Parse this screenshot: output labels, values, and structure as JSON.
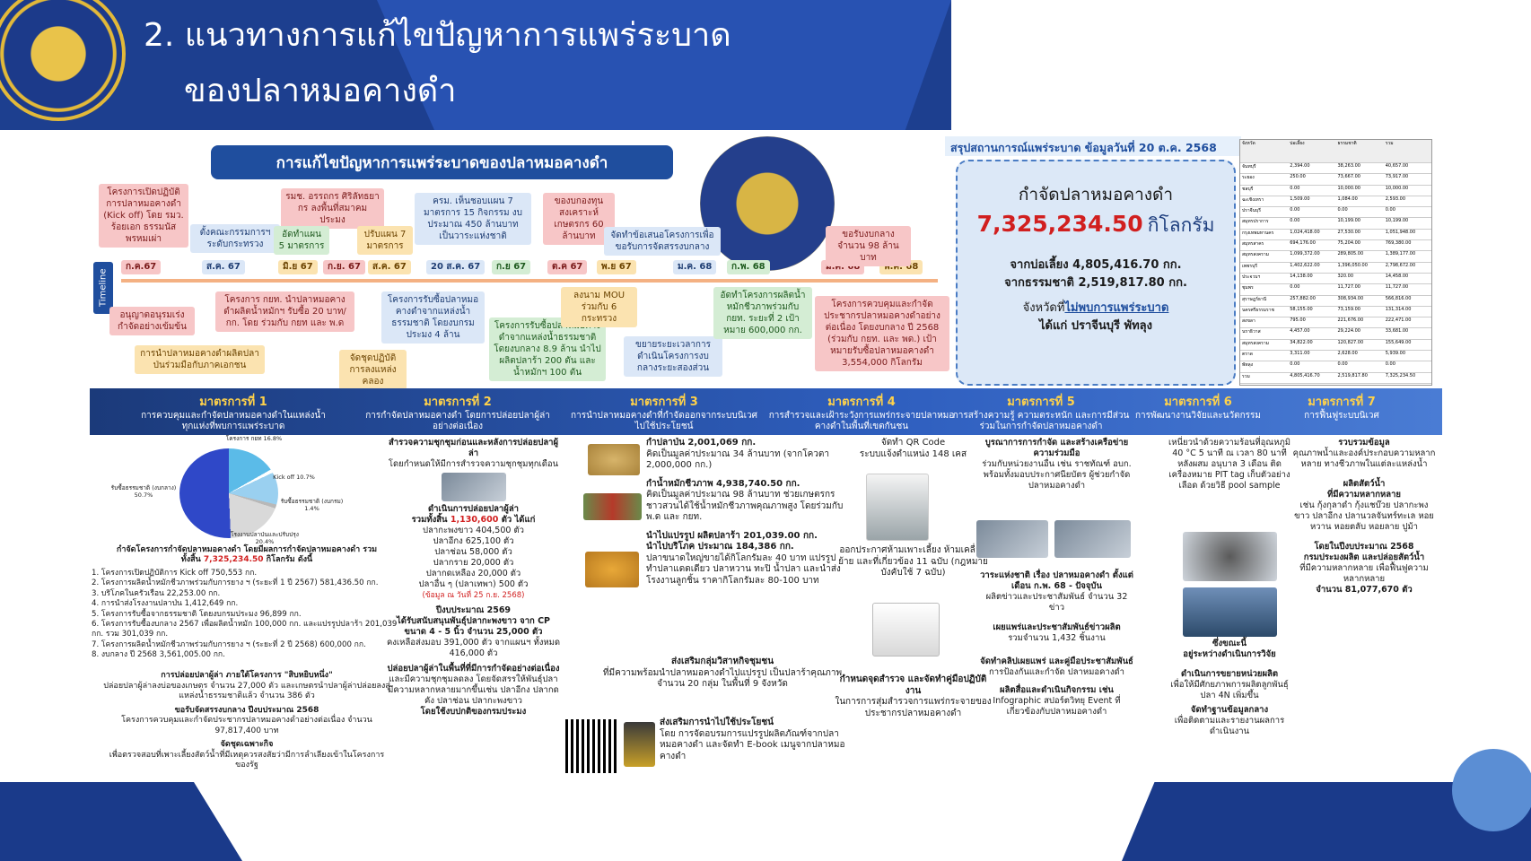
{
  "header": {
    "title_line1": "2. แนวทางการแก้ไขปัญหาการแพร่ระบาด",
    "title_line2": "ของปลาหมอคางดำ"
  },
  "poster": {
    "banner": "การแก้ไขปัญหาการแพร่ระบาดของปลาหมอคางดำ",
    "timeline_label": "Timeline",
    "timeline_dates": [
      "ก.ค.67",
      "ส.ค. 67",
      "มิ.ย 67",
      "ก.ย. 67",
      "ส.ค. 67",
      "20 ส.ค. 67",
      "ก.ย 67",
      "ต.ค 67",
      "พ.ย 67",
      "ม.ค. 68",
      "ก.พ. 68",
      "มี.ค. 68",
      "พ.ค. 68"
    ],
    "timeline_boxes": [
      "โครงการเปิดปฏิบัติการปลาหมอคางดำ (Kick off) โดย รมว. ร้อยเอก ธรรมนัส พรหมเผ่า",
      "ตั้งคณะกรรมการฯ ระดับกระทรวง",
      "รมช. อรรถกร ศิริลัทธยากร ลงพื้นที่สมาคมประมง",
      "อัดทำแผน 5 มาตรการ",
      "ปรับแผน 7 มาตรการ",
      "ครม. เห็นชอบแผน 7 มาตรการ 15 กิจกรรม งบประมาณ 450 ล้านบาท เป็นวาระแห่งชาติ",
      "ของบกองทุนสงเคราะห์เกษตรกร 60 ล้านบาท",
      "จัดทำข้อเสนอโครงการเพื่อขอรับการจัดสรรงบกลาง",
      "ขอรับงบกลาง จำนวน 98 ล้านบาท",
      "อนุญาตอนุรมเร่งกำจัดอย่างเข้มข้น",
      "การนำปลาหมอคางดำผลิตปลาป่นร่วมมือกับภาคเอกชน",
      "โครงการ กยท. นำปลาหมอคางดำผลิตน้ำหมักฯ รับซื้อ 20 บาท/กก. โดย ร่วมกับ กยท และ พ.ด",
      "จัดชุดปฏิบัติการลงแหล่งคลอง",
      "โครงการรับซื้อปลาหมอคางดำจากแหล่งน้ำธรรมชาติ โดยงบกรมประมง 4 ล้าน",
      "โครงการรับซื้อปลาหมอคางดำจากแหล่งน้ำธรรมชาติ โดยงบกลาง 8.9 ล้าน นำไปผลิตปลาร้า 200 ตัน และ น้ำหมักฯ 100 ตัน",
      "ลงนาม MOU ร่วมกับ 6 กระทรวง",
      "ขยายระยะเวลาการดำเนินโครงการงบกลางระยะสองส่วน",
      "อัดทำโครงการผลิตน้ำหมักชีวภาพร่วมกับกยท. ระยะที่ 2 เป้าหมาย 600,000 กก.",
      "โครงการควบคุมและกำจัดประชากรปลาหมอคางดำอย่างต่อเนื่อง โดยงบกลาง ปี 2568 (ร่วมกับ กยท. และ พด.) เป้าหมายรับซื้อปลาหมอคางดำ 3,554,000 กิโลกรัม"
    ]
  },
  "situation": {
    "title": "สรุปสถานการณ์แพร่ระบาด ข้อมูลวันที่ 20 ต.ค. 2568",
    "heading": "กำจัดปลาหมอคางดำ",
    "total_value": "7,325,234.50",
    "total_unit": "กิโลกรัม",
    "from_farm": "จากบ่อเลี้ยง 4,805,416.70 กก.",
    "from_nature": "จากธรรมชาติ 2,519,817.80 กก.",
    "no_spread_prefix": "จังหวัดที่",
    "no_spread_word": "ไม่พบการแพร่ระบาด",
    "no_spread_provinces": "ได้แก่ ปราจีนบุรี พัทลุง"
  },
  "table": {
    "header": [
      "จังหวัด",
      "บ่อเลี้ยง",
      "ธรรมชาติ",
      "รวม"
    ],
    "rows": [
      [
        "จันทบุรี",
        "2,394.00",
        "38,263.00",
        "40,657.00"
      ],
      [
        "ระยอง",
        "250.00",
        "73,667.00",
        "73,917.00"
      ],
      [
        "ชลบุรี",
        "0.00",
        "10,000.00",
        "10,000.00"
      ],
      [
        "ฉะเชิงเทรา",
        "1,509.00",
        "1,084.00",
        "2,593.00"
      ],
      [
        "ปราจีนบุรี",
        "0.00",
        "0.00",
        "0.00"
      ],
      [
        "สมุทรปราการ",
        "0.00",
        "10,199.00",
        "10,199.00"
      ],
      [
        "กรุงเทพมหานคร",
        "1,024,418.00",
        "27,530.00",
        "1,051,948.00"
      ],
      [
        "สมุทรสาคร",
        "694,176.00",
        "75,204.00",
        "769,380.00"
      ],
      [
        "สมุทรสงคราม",
        "1,099,372.00",
        "289,805.00",
        "1,389,177.00"
      ],
      [
        "เพชรบุรี",
        "1,402,622.00",
        "1,396,050.00",
        "2,798,672.00"
      ],
      [
        "ประจวบฯ",
        "14,138.00",
        "320.00",
        "14,458.00"
      ],
      [
        "ชุมพร",
        "0.00",
        "11,727.00",
        "11,727.00"
      ],
      [
        "สุราษฎร์ธานี",
        "257,882.00",
        "308,934.00",
        "566,816.00"
      ],
      [
        "นครศรีธรรมราช",
        "58,155.00",
        "73,159.00",
        "131,314.00"
      ],
      [
        "สงขลา",
        "795.00",
        "221,676.00",
        "222,471.00"
      ],
      [
        "นราธิวาส",
        "4,457.00",
        "29,224.00",
        "33,681.00"
      ],
      [
        "สมุทรสงคราม",
        "34,822.00",
        "120,827.00",
        "155,649.00"
      ],
      [
        "ตราด",
        "3,311.00",
        "2,628.00",
        "5,939.00"
      ],
      [
        "พัทลุง",
        "0.00",
        "0.00",
        "0.00"
      ],
      [
        "รวม",
        "4,805,416.70",
        "2,519,817.80",
        "7,325,234.50"
      ]
    ]
  },
  "measures": [
    {
      "title": "มาตรการที่ 1",
      "sub": "การควบคุมและกำจัดปลาหมอคางดำในแหล่งน้ำทุกแห่งที่พบการแพร่ระบาด"
    },
    {
      "title": "มาตรการที่ 2",
      "sub": "การกำจัดปลาหมอคางดำ โดยการปล่อยปลาผู้ล่าอย่างต่อเนื่อง"
    },
    {
      "title": "มาตรการที่ 3",
      "sub": "การนำปลาหมอคางดำที่กำจัดออกจากระบบนิเวศไปใช้ประโยชน์"
    },
    {
      "title": "มาตรการที่ 4",
      "sub": "การสำรวจและเฝ้าระวังการแพร่กระจายปลาหมอคางดำในพื้นที่เขตกันชน"
    },
    {
      "title": "มาตรการที่ 5",
      "sub": "การสร้างความรู้ ความตระหนัก และการมีส่วนร่วมในการกำจัดปลาหมอคางดำ"
    },
    {
      "title": "มาตรการที่ 6",
      "sub": "การพัฒนางานวิจัยและนวัตกรรม"
    },
    {
      "title": "มาตรการที่ 7",
      "sub": "การฟื้นฟูระบบนิเวศ"
    }
  ],
  "col1": {
    "pie_labels": [
      "Kick off 10.7%",
      "รับซื้อธรรมชาติ (งบกลาง) 50.7%",
      "รับซื้อธรรมชาติ (งบกรม) 1.4%",
      "โรงงานปลาป่นและปรับปรุง 20.4%",
      "โครงการ กยท 16.8%"
    ],
    "lead": "กำจัดโครงการกำจัดปลาหมอคางดำ โดยมีผลการกำจัดปลาหมอคางดำ รวมทั้งสิ้น",
    "total": "7,325,234.50",
    "total_unit": "กิโลกรัม ดังนี้",
    "items": [
      "1. โครงการเปิดปฏิบัติการ Kick off 750,553 กก.",
      "2. โครงการผลิตน้ำหมักชีวภาพร่วมกับการยาง ฯ (ระยะที่ 1 ปี 2567) 581,436.50 กก.",
      "3. บริโภคในครัวเรือน 22,253.00 กก.",
      "4. การนำส่งโรงงานปลาป่น 1,412,649 กก.",
      "5. โครงการรับซื้อจากธรรมชาติ โดยงบกรมประมง 96,899 กก.",
      "6. โครงการรับซื้องบกลาง 2567 เพื่อผลิตน้ำหมัก 100,000 กก. และแปรรูปปลาร้า 201,039 กก. รวม 301,039 กก.",
      "7. โครงการผลิตน้ำหมักชีวภาพร่วมกับการยาง ฯ (ระยะที่ 2 ปี 2568) 600,000 กก.",
      "8. งบกลาง ปี 2568 3,561,005.00 กก."
    ],
    "release_title": "การปล่อยปลาผู้ล่า ภายใต้โครงการ \"สิบหยิบหนึ่ง\"",
    "release_text": "ปล่อยปลาผู้ล่าลงบ่อของเกษตร จำนวน 27,000 ตัว และเกษตรนำปลาผู้ล่าปล่อยลงสู่แหล่งน้ำธรรมชาติแล้ว จำนวน 386 ตัว",
    "budget_title": "ขอรับจัดสรรงบกลาง ปีงบประมาณ 2568",
    "budget_text": "โครงการควบคุมและกำจัดประชากรปลาหมอคางดำอย่างต่อเนื่อง จำนวน 97,817,400 บาท",
    "special_title": "จัดชุดเฉพาะกิจ",
    "special_text": "เพื่อตรวจสอบที่เพาะเลี้ยงสัตว์น้ำที่มีเหตุควรสงสัยว่ามีการลำเลียงเข้าในโครงการของรัฐ"
  },
  "col2": {
    "survey_title": "สำรวจความชุกชุมก่อนและหลังการปล่อยปลาผู้ล่า",
    "survey_text": "โดยกำหนดให้มีการสำรวจความชุกชุมทุกเดือน",
    "release_lead": "ดำเนินการปล่อยปลาผู้ล่า",
    "release_total_prefix": "รวมทั้งสิ้น",
    "release_total": "1,130,600",
    "release_total_suffix": "ตัว ได้แก่",
    "release_items": [
      "ปลากะพงขาว 404,500 ตัว",
      "ปลาอีกง 625,100 ตัว",
      "ปลาช่อน 58,000 ตัว",
      "ปลากราย 20,000 ตัว",
      "ปลากดเหลือง 20,000 ตัว",
      "ปลาอื่น ๆ (ปลาเทพา) 500 ตัว"
    ],
    "release_note": "(ข้อมูล ณ วันที่ 25 ก.ย. 2568)",
    "year_title": "ปีงบประมาณ 2569",
    "year_text": "ได้รับสนับสนุนพันธุ์ปลากะพงขาว จาก CP ขนาด 4 - 5 นิ้ว จำนวน 25,000 ตัว",
    "year_rest": "คงเหลือส่งมอบ 391,000 ตัว จากแผนฯ ทั้งหมด 416,000 ตัว",
    "continue_title": "ปล่อยปลาผู้ล่าในพื้นที่ที่มีการกำจัดอย่างต่อเนื่อง",
    "continue_text": "และมีความชุกชุมลดลง โดยจัดสรรให้พันธุ์ปลา มีความหลากหลายมากขึ้นเช่น ปลาอีกง ปลากดคัง ปลาช่อน ปลากะพงขาว",
    "continue_budget": "โดยใช้งบปกติของกรมประมง"
  },
  "col3": {
    "item1_title": "กำปลาป่น 2,001,069 กก.",
    "item1_text": "คิดเป็นมูลค่าประมาณ 34 ล้านบาท (จากโควตา 2,000,000 กก.)",
    "item2_title": "กำน้ำหมักชีวภาพ 4,938,740.50 กก.",
    "item2_text": "คิดเป็นมูลค่าประมาณ 98 ล้านบาท ช่วยเกษตรกรชาวสวนได้ใช้น้ำหมักชีวภาพคุณภาพสูง โดยร่วมกับ พ.ด และ กยท.",
    "item3_title": "นำไปแปรรูป ผลิตปลาร้า 201,039.00 กก.",
    "item3_title2": "นำไปบริโภค ประมาณ 184,386 กก.",
    "item3_text": "ปลาขนาดใหญ่ขายได้กิโลกรัมละ 40 บาท แปรรูป ทำปลาแดดเดียว ปลาหวาน ทะปิ น้ำปลา และนำส่งโรงงานลูกชิ้น ราคากิโลกรัมละ 80-100 บาท",
    "community_title": "ส่งเสริมกลุ่มวิสาหกิจชุมชน",
    "community_text": "ที่มีความพร้อมนำปลาหมอคางดำไปแปรรูป เป็นปลาร้าคุณภาพ จำนวน 20 กลุ่ม ในพื้นที่ 9 จังหวัด",
    "use_title": "ส่งเสริมการนำไปใช้ประโยชน์",
    "use_text": "โดย การจัดอบรมการแปรรูปผลิตภัณฑ์จากปลาหมอคางดำ และจัดทำ E-book เมนูจากปลาหมอคางดำ"
  },
  "col4": {
    "qr_title": "จัดทำ QR Code",
    "qr_text": "ระบบแจ้งตำแหน่ง 148 เคส",
    "ann_text": "ออกประกาศห้ามเพาะเลี้ยง ห้ามเคลื่อนย้าย และที่เกี่ยวข้อง 11 ฉบับ (กฎหมายบังคับใช้ 7 ฉบับ)",
    "plan_title": "กำหนดจุดสำรวจ และจัดทำคู่มือปฏิบัติงาน",
    "plan_text": "ในการการสุ่มสำรวจการแพร่กระจายของประชากรปลาหมอคางดำ"
  },
  "col5": {
    "t1": "บูรณาการการกำจัด และสร้างเครือข่ายความร่วมมือ",
    "t1_text": "ร่วมกับหน่วยงานอื่น เช่น ราชทัณฑ์ อบก. พร้อมทั้งมอบประกาศนียบัตร ผู้ช่วยกำจัดปลาหมอคางดำ",
    "t2": "วาระแห่งชาติ เรื่อง ปลาหมอคางดำ ตั้งแต่เดือน ก.พ. 68 - ปัจจุบัน",
    "t2_text": "ผลิตข่าวและประชาสัมพันธ์ จำนวน 32 ข่าว",
    "t3": "เผยแพร่และประชาสัมพันธ์ข่าวผลิต",
    "t3_text": "รวมจำนวน 1,432 ชิ้นงาน",
    "t4": "จัดทำคลิปเผยแพร่ และคู่มือประชาสัมพันธ์",
    "t4_text": "การป้องกันและกำจัด ปลาหมอคางดำ",
    "t5": "ผลิตสื่อและดำเนินกิจกรรม เช่น",
    "t5_text": "Infographic สปอร์ตวิทยุ Event ที่เกี่ยวข้องกับปลาหมอคางดำ"
  },
  "col6": {
    "t1_text": "เหนี่ยวนำด้วยความร้อนที่อุณหภูมิ 40 °C 5 นาที ณ เวลา 80 นาทีหลังผสม อนุบาล 3 เดือน ติดเครื่องหมาย PIT tag เก็บตัวอย่างเลือด ด้วยวิธี pool sample",
    "t2": "ซึ่งขณะนี้",
    "t2_text": "อยู่ระหว่างดำเนินการวิจัย",
    "t3": "ดำเนินการขยายหน่วยผลิต",
    "t3_text": "เพื่อให้มีศักยภาพการผลิตลูกพันธุ์ปลา 4N เพิ่มขึ้น",
    "t4": "จัดทำฐานข้อมูลกลาง",
    "t4_text": "เพื่อติดตามและรายงานผลการดำเนินงาน"
  },
  "col7": {
    "t1": "รวบรวมข้อมูล",
    "t1_text": "คุณภาพน้ำและองค์ประกอบความหลากหลาย ทางชีวภาพในแต่ละแหล่งน้ำ",
    "t2": "ผลิตสัตว์น้ำ",
    "t2_b": "ที่มีความหลากหลาย",
    "t2_text": "เช่น กุ้งกุลาดำ กุ้งแชบ๊วย ปลากะพงขาว ปลาอีกง ปลานวลจันทร์ทะเล หอยหวาน หอยตลับ หอยลาย ปูม้า",
    "t3": "โดยในปีงบประมาณ 2568",
    "t3_b": "กรมประมงผลิต และปล่อยสัตว์น้ำ",
    "t3_text": "ที่มีความหลากหลาย เพื่อฟื้นฟูความหลากหลาย",
    "t3_total": "จำนวน 81,077,670 ตัว"
  }
}
